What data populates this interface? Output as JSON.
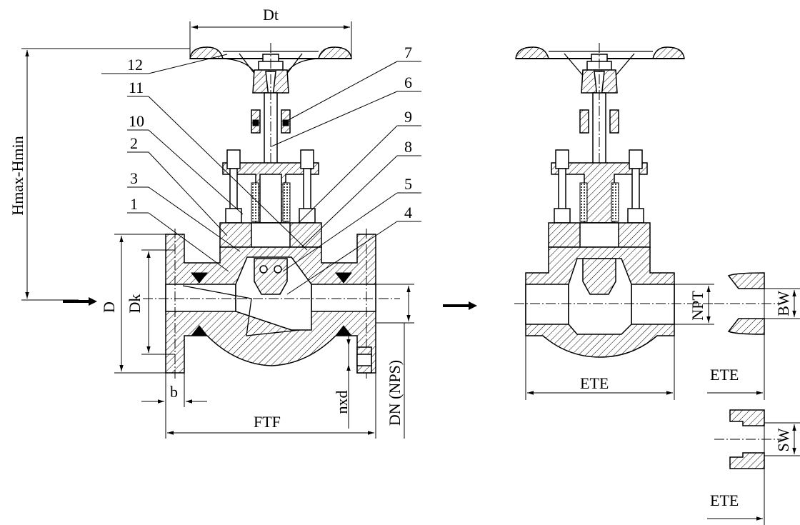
{
  "dimensions": {
    "handwheel_diameter": "Dt",
    "height": "Hmax-Hmin",
    "flange_outer": "D",
    "bolt_circle": "Dk",
    "flange_thickness": "b",
    "face_to_face": "FTF",
    "bolt_holes": "nxd",
    "nominal_size": "DN (NPS)",
    "thread": "NPT",
    "butt_weld": "BW",
    "socket_weld": "SW",
    "end_to_end_threaded": "ETE",
    "end_to_end_bw": "ETE",
    "end_to_end_sw": "ETE"
  },
  "part_numbers": {
    "p1": "1",
    "p2": "2",
    "p3": "3",
    "p4": "4",
    "p5": "5",
    "p6": "6",
    "p7": "7",
    "p8": "8",
    "p9": "9",
    "p10": "10",
    "p11": "11",
    "p12": "12"
  }
}
